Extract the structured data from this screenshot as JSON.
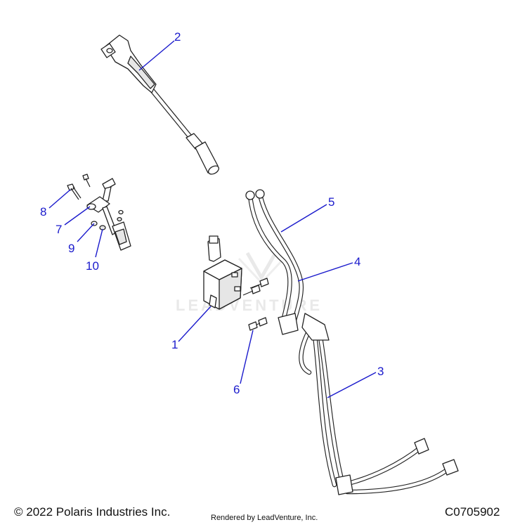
{
  "callouts": {
    "c1": "1",
    "c2": "2",
    "c3": "3",
    "c4": "4",
    "c5": "5",
    "c6": "6",
    "c7": "7",
    "c8": "8",
    "c9": "9",
    "c10": "10"
  },
  "watermark": {
    "text": "LEADVENTURE"
  },
  "footer": {
    "copyright": "© 2022 Polaris Industries Inc.",
    "rendered_by": "Rendered by LeadVenture, Inc.",
    "diagram_code": "C0705902"
  },
  "colors": {
    "callout": "#1a1acc",
    "linework": "#222222"
  }
}
